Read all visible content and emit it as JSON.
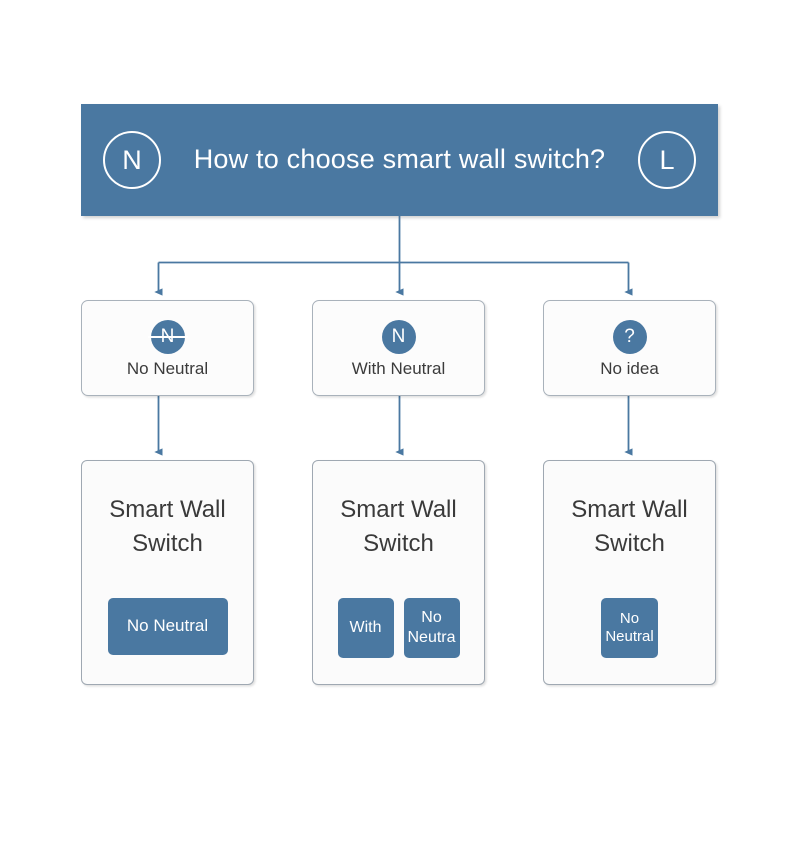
{
  "page": {
    "background": "#ffffff",
    "accent_color": "#4a78a1",
    "card_background": "#fbfbfb",
    "card_border": "#9fa8b2",
    "connector_color": "#4a78a1"
  },
  "header": {
    "title": "How to choose smart wall switch?",
    "left_badge": "N",
    "left_badge_icon": "circle-letter-n-icon",
    "right_badge": "L",
    "right_badge_icon": "circle-letter-l-icon"
  },
  "options": [
    {
      "key": "no-neutral",
      "badge_text": "N",
      "badge_icon": "circle-n-struck-icon",
      "struck": true,
      "label": "No Neutral"
    },
    {
      "key": "with-neutral",
      "badge_text": "N",
      "badge_icon": "circle-n-icon",
      "struck": false,
      "label": "With Neutral"
    },
    {
      "key": "no-idea",
      "badge_text": "?",
      "badge_icon": "circle-question-icon",
      "struck": false,
      "label": "No idea"
    }
  ],
  "products": [
    {
      "key": "product-no-neutral",
      "title": "Smart Wall Switch",
      "buttons": [
        {
          "label": "No Neutral",
          "size": "wide"
        }
      ]
    },
    {
      "key": "product-with-and-no-neutral",
      "title": "Smart Wall Switch",
      "buttons": [
        {
          "label": "With",
          "size": "half"
        },
        {
          "label": "No Neutra",
          "size": "half"
        }
      ]
    },
    {
      "key": "product-no-idea",
      "title": "Smart Wall Switch",
      "buttons": [
        {
          "label": "No Neutral",
          "size": "small"
        }
      ]
    }
  ]
}
